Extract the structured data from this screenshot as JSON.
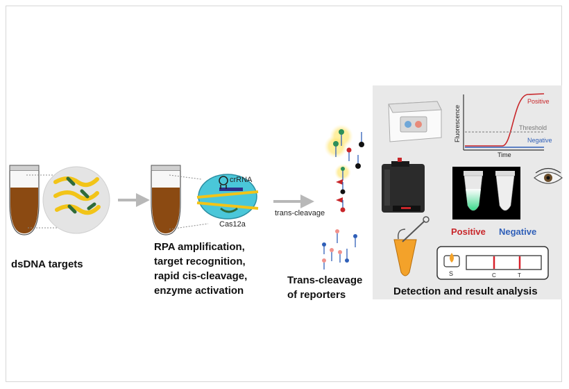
{
  "stages": {
    "targets": {
      "caption": "dsDNA targets"
    },
    "rpa": {
      "caption_lines": [
        "RPA amplification,",
        "target recognition,",
        "rapid cis-cleavage,",
        "enzyme activation"
      ],
      "crrna_label": "crRNA",
      "cas_label": "Cas12a"
    },
    "trans": {
      "arrow_label": "trans-cleavage",
      "caption_lines": [
        "Trans-cleavage",
        "of reporters"
      ]
    },
    "detection": {
      "caption": "Detection and result analysis",
      "graph": {
        "y_label": "Fluorescence",
        "x_label": "Time",
        "positive": "Positive",
        "threshold": "Threshold",
        "negative": "Negative"
      },
      "tube_labels": {
        "positive": "Positive",
        "negative": "Negative"
      },
      "strip_labels": {
        "sample": "S",
        "control": "C",
        "test": "T"
      }
    }
  },
  "colors": {
    "panel_bg": "#e9e9e9",
    "tube_liquid": "#8b4a12",
    "dna_yellow": "#f2c418",
    "dna_green": "#2f6b3a",
    "positive_red": "#c8262a",
    "negative_blue": "#2f5fb8",
    "fluor_green": "#38d98a",
    "arrow_gray": "#b8b8b8"
  }
}
